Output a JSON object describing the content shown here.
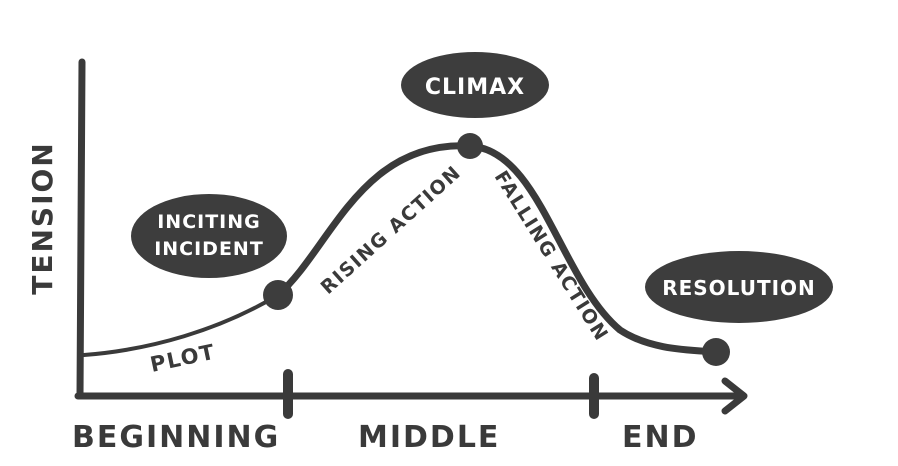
{
  "axes": {
    "y_label": "TENSION"
  },
  "sections": {
    "beginning": "BEGINNING",
    "middle": "MIDDLE",
    "end": "END"
  },
  "curve_labels": {
    "plot": "PLOT",
    "rising_action": "RISING ACTION",
    "falling_action": "FALLING ACTION"
  },
  "stages": {
    "inciting_line1": "INCITING",
    "inciting_line2": "INCIDENT",
    "climax": "CLIMAX",
    "resolution": "RESOLUTION"
  },
  "colors": {
    "ink": "#3a3a3a",
    "bubble": "#3d3d3d",
    "bubble_text": "#ffffff",
    "background": "#ffffff"
  }
}
